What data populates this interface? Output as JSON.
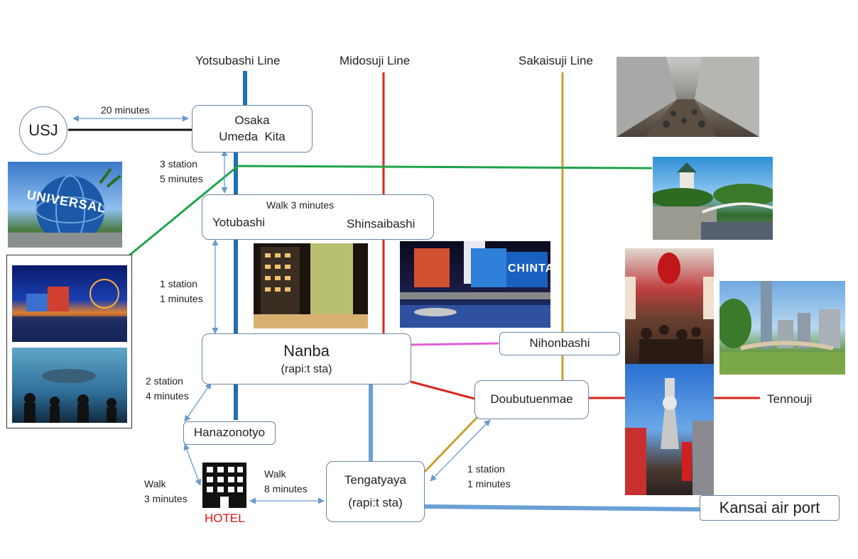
{
  "lines": {
    "yotsubashi": "Yotsubashi Line",
    "midosuji": "Midosuji Line",
    "sakaisuji": "Sakaisuji Line"
  },
  "stations": {
    "usj": "USJ",
    "umeda_1": "Osaka",
    "umeda_2": "Umeda  Kita",
    "yotubashi": "Yotubashi",
    "shinsaibashi": "Shinsaibashi",
    "nanba": "Nanba",
    "nanba_sub": "(rapi:t sta)",
    "nihonbashi": "Nihonbashi",
    "doubutuenmae": "Doubutuenmae",
    "tennouji": "Tennouji",
    "hanazonotyo": "Hanazonotyo",
    "tengatyaya": "Tengatyaya",
    "tengatyaya_sub": "(rapi:t sta)",
    "kansai": "Kansai air port",
    "hotel": "HOTEL"
  },
  "notes": {
    "usj_umeda": "20 minutes",
    "umeda_yotubashi_1": "3 station",
    "umeda_yotubashi_2": "5 minutes",
    "walk_shinsaibashi": "Walk  3 minutes",
    "yotubashi_nanba_1": "1 station",
    "yotubashi_nanba_2": "1 minutes",
    "nanba_hanazono_1": "2 station",
    "nanba_hanazono_2": "4 minutes",
    "hanazono_hotel_1": "Walk",
    "hanazono_hotel_2": "3 minutes",
    "hotel_tenga_1": "Walk",
    "hotel_tenga_2": "8 minutes",
    "tenga_doubutu_1": "1 station",
    "tenga_doubutu_2": "1 minutes"
  },
  "photos": {
    "universal_sign": "UNIVERSAL",
    "chintai_sign": "CHINTAI"
  },
  "colors": {
    "yotsubashi_line": "#1f6fb2",
    "midosuji_line": "#d9261c",
    "sakaisuji_line": "#c8a030",
    "green_line": "#1fa34a",
    "pink_line": "#e060d0",
    "rapit_line": "#6aa0d4",
    "hotel_text": "#e01010"
  }
}
